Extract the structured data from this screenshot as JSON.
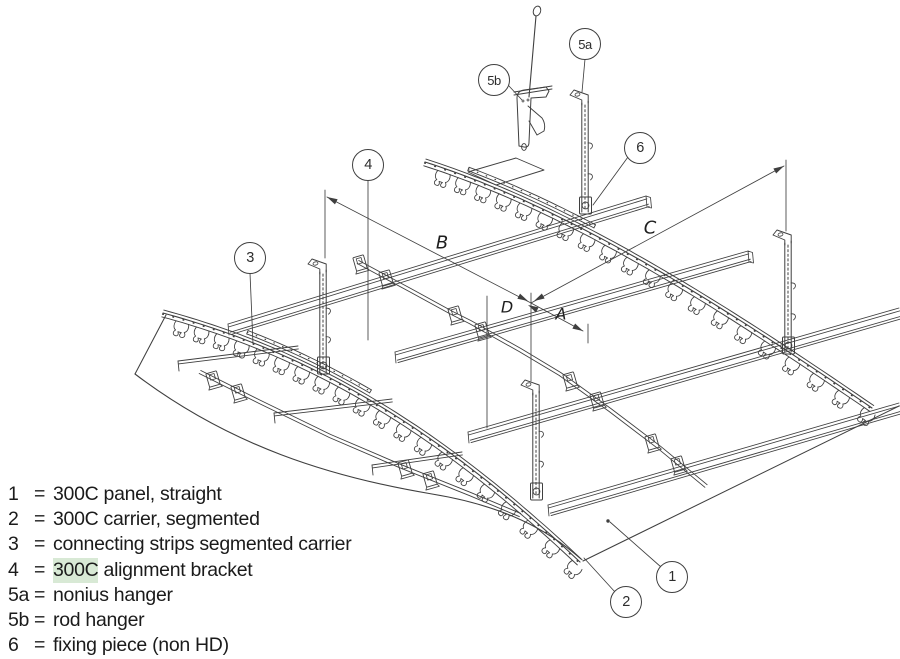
{
  "diagram": {
    "callouts": [
      {
        "label": "1"
      },
      {
        "label": "2"
      },
      {
        "label": "3"
      },
      {
        "label": "4"
      },
      {
        "label": "5a"
      },
      {
        "label": "5b"
      },
      {
        "label": "6"
      }
    ],
    "dim_labels": [
      {
        "label": "A"
      },
      {
        "label": "B"
      },
      {
        "label": "C"
      },
      {
        "label": "D"
      }
    ]
  },
  "legend": {
    "items": [
      {
        "num": "1",
        "eq": "=",
        "highlight": "",
        "text": "300C panel, straight"
      },
      {
        "num": "2",
        "eq": "=",
        "highlight": "",
        "text": "300C carrier, segmented"
      },
      {
        "num": "3",
        "eq": "=",
        "highlight": "",
        "text": "connecting strips segmented carrier"
      },
      {
        "num": "4",
        "eq": "=",
        "highlight": "300C",
        "text": " alignment bracket"
      },
      {
        "num": "5a",
        "eq": "=",
        "highlight": "",
        "text": "nonius hanger"
      },
      {
        "num": "5b",
        "eq": "=",
        "highlight": "",
        "text": "rod hanger"
      },
      {
        "num": "6",
        "eq": "=",
        "highlight": "",
        "text": "fixing piece (non HD)"
      }
    ]
  },
  "colors": {
    "line": "#3f3f3f",
    "highlight": "#d8e9d5",
    "background": "#ffffff"
  }
}
